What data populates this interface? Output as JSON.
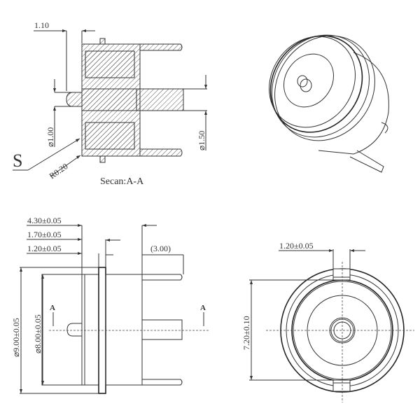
{
  "section_view": {
    "caption": "Secan:A-A",
    "surface_mark": "S",
    "dim_flange_thickness": "1.10",
    "dim_nub_diameter": "⌀1.00",
    "dim_radius": "R0.20",
    "dim_pin_diameter": "⌀1.50"
  },
  "side_view": {
    "dim_overall_length": "4.30±0.05",
    "dim_body_front": "1.70±0.05",
    "dim_flange": "1.20±0.05",
    "dim_pin_length": "(3.00)",
    "dim_outer_diameter": "⌀9.00±0.05",
    "dim_body_diameter": "⌀8.00±0.05",
    "section_mark_left": "A",
    "section_mark_right": "A"
  },
  "front_view": {
    "dim_tab_width": "1.20±0.05",
    "dim_tab_span": "7.20±0.10"
  }
}
